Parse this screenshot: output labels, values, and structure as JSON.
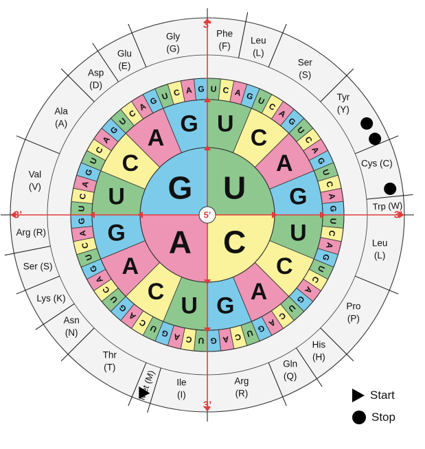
{
  "colors": {
    "A": "#ee94b4",
    "C": "#fbf39b",
    "G": "#7ccbea",
    "U": "#8ec88f",
    "outer_ring": "#f3f3f3",
    "axis": "#e23b3b"
  },
  "labels": {
    "five_prime": "5’",
    "three_prime": "3’"
  },
  "first_base": [
    "U",
    "C",
    "A",
    "G"
  ],
  "second_base": [
    "U",
    "C",
    "A",
    "G"
  ],
  "third_base": [
    "U",
    "C",
    "A",
    "G"
  ],
  "amino_acids": [
    {
      "name": "Phe",
      "abbr": "(F)",
      "slot": "U-U-0",
      "span": 2
    },
    {
      "name": "Leu",
      "abbr": "(L)",
      "slot": "U-U-2",
      "span": 2
    },
    {
      "name": "Ser",
      "abbr": "(S)",
      "slot": "U-C-0",
      "span": 4
    },
    {
      "name": "Tyr",
      "abbr": "(Y)",
      "slot": "U-A-0",
      "span": 2
    },
    {
      "name": "Cys (C)",
      "abbr": "",
      "slot": "U-G-0",
      "span": 2
    },
    {
      "name": "Trp (W)",
      "abbr": "",
      "slot": "U-G-3",
      "span": 1
    },
    {
      "name": "Leu",
      "abbr": "(L)",
      "slot": "C-U-0",
      "span": 4
    },
    {
      "name": "Pro",
      "abbr": "(P)",
      "slot": "C-C-0",
      "span": 4
    },
    {
      "name": "His",
      "abbr": "(H)",
      "slot": "C-A-0",
      "span": 2
    },
    {
      "name": "Gln",
      "abbr": "(Q)",
      "slot": "C-A-2",
      "span": 2
    },
    {
      "name": "Arg",
      "abbr": "(R)",
      "slot": "C-G-0",
      "span": 4
    },
    {
      "name": "Ile",
      "abbr": "(I)",
      "slot": "A-U-0",
      "span": 3
    },
    {
      "name": "Met (M)",
      "abbr": "",
      "slot": "A-U-3",
      "span": 1
    },
    {
      "name": "Thr",
      "abbr": "(T)",
      "slot": "A-C-0",
      "span": 4
    },
    {
      "name": "Asn",
      "abbr": "(N)",
      "slot": "A-A-0",
      "span": 2
    },
    {
      "name": "Lys (K)",
      "abbr": "",
      "slot": "A-A-2",
      "span": 2
    },
    {
      "name": "Ser (S)",
      "abbr": "",
      "slot": "A-G-0",
      "span": 2
    },
    {
      "name": "Arg (R)",
      "abbr": "",
      "slot": "A-G-2",
      "span": 2
    },
    {
      "name": "Val",
      "abbr": "(V)",
      "slot": "G-U-0",
      "span": 4
    },
    {
      "name": "Ala",
      "abbr": "(A)",
      "slot": "G-C-0",
      "span": 4
    },
    {
      "name": "Asp",
      "abbr": "(D)",
      "slot": "G-A-0",
      "span": 2
    },
    {
      "name": "Glu",
      "abbr": "(E)",
      "slot": "G-A-2",
      "span": 2
    },
    {
      "name": "Gly",
      "abbr": "(G)",
      "slot": "G-G-0",
      "span": 4
    }
  ],
  "stop_codons": [
    "UAA",
    "UAG",
    "UGA"
  ],
  "start_codons": [
    "AUG"
  ],
  "legend": {
    "start": "Start",
    "stop": "Stop"
  }
}
